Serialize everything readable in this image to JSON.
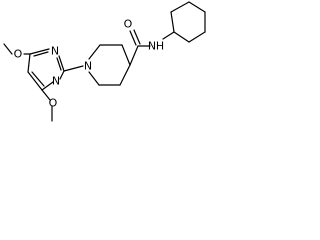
{
  "molecule": {
    "atoms": {
      "pyrimidine_n_upper": "N",
      "pyrimidine_n_lower": "N",
      "piperidine_n": "N",
      "amide_n": "N",
      "amide_h": "H",
      "amide_o": "O",
      "methoxy_o_upper": "O",
      "methoxy_o_lower": "O"
    }
  }
}
